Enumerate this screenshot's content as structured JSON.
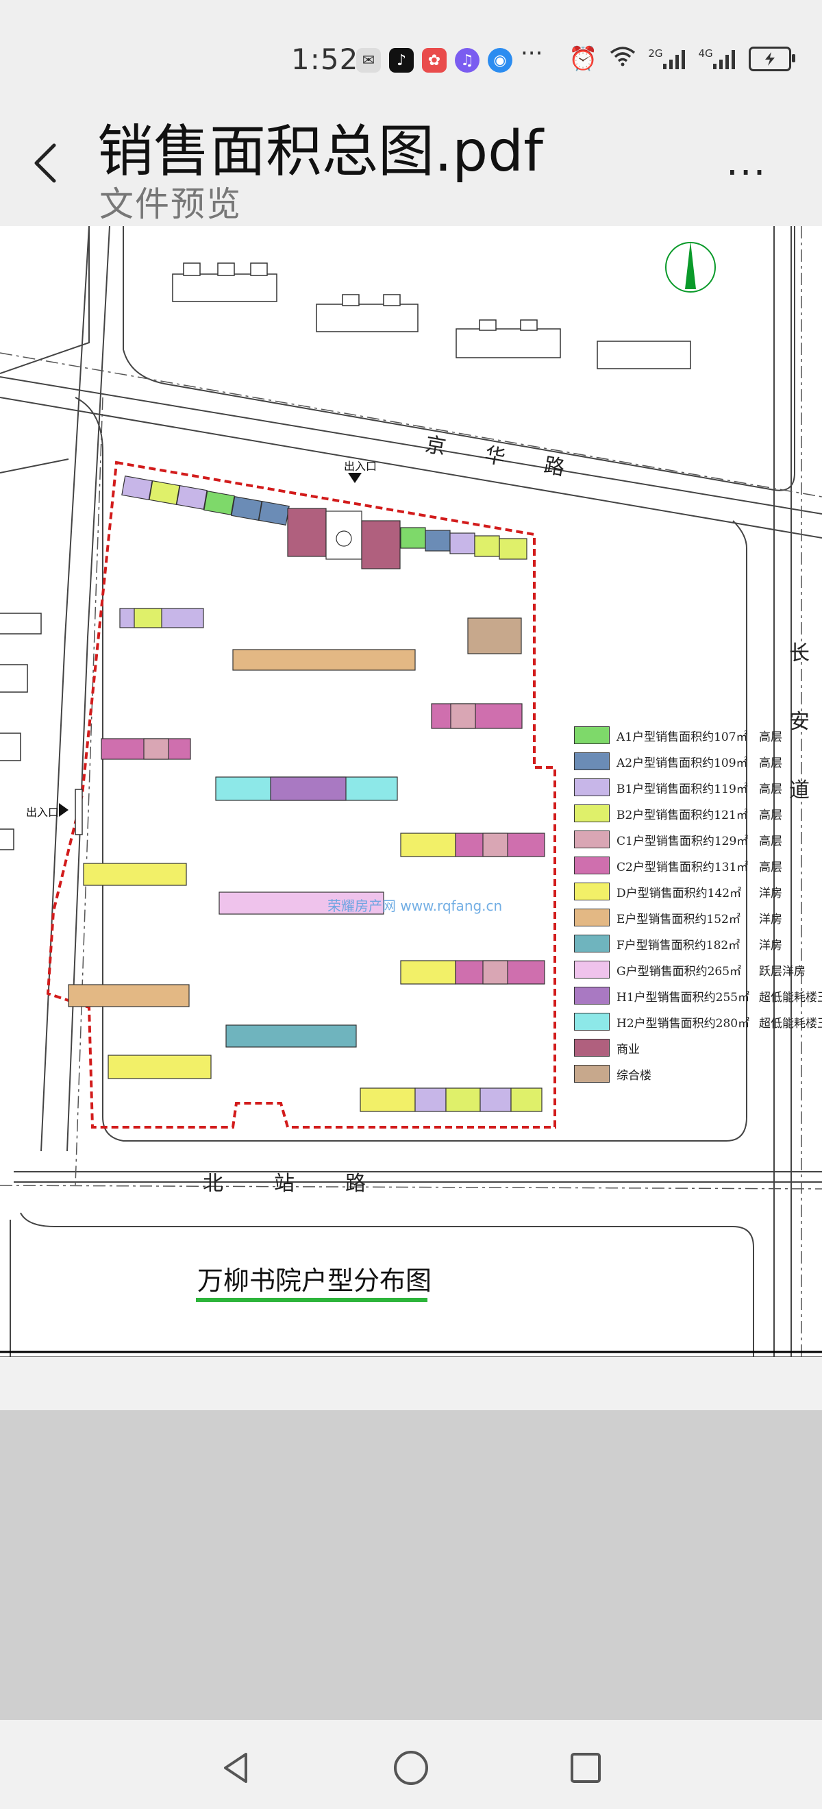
{
  "status_bar": {
    "time": "1:52",
    "more_dots": "···",
    "signal_1": "2G",
    "signal_2": "4G",
    "icons": [
      "wechat-icon",
      "tiktok-icon",
      "baidu-icon",
      "music-icon",
      "browser-icon",
      "alarm-icon",
      "wifi-icon",
      "battery-icon"
    ]
  },
  "header": {
    "title": "销售面积总图.pdf",
    "subtitle": "文件预览",
    "more_label": "···"
  },
  "document": {
    "roads": {
      "jinghua": "京　华　路",
      "changan": [
        "长",
        "安",
        "道"
      ],
      "beizhan": "北　站　路"
    },
    "entrances": [
      "出入口",
      "出入口"
    ],
    "plan_title": "万柳书院户型分布图",
    "watermark": "荣耀房产网 www.rqfang.cn",
    "legend": [
      {
        "label": "A1户型销售面积约107㎡",
        "category": "高层",
        "color": "#7ed96a"
      },
      {
        "label": "A2户型销售面积约109㎡",
        "category": "高层",
        "color": "#6b8cb6"
      },
      {
        "label": "B1户型销售面积约119㎡",
        "category": "高层",
        "color": "#c7b6e8"
      },
      {
        "label": "B2户型销售面积约121㎡",
        "category": "高层",
        "color": "#dff06a"
      },
      {
        "label": "C1户型销售面积约129㎡",
        "category": "高层",
        "color": "#d9a6b4"
      },
      {
        "label": "C2户型销售面积约131㎡",
        "category": "高层",
        "color": "#cf6fae"
      },
      {
        "label": "D户型销售面积约142㎡",
        "category": "洋房",
        "color": "#f2f068"
      },
      {
        "label": "E户型销售面积约152㎡",
        "category": "洋房",
        "color": "#e3b884"
      },
      {
        "label": "F户型销售面积约182㎡",
        "category": "洋房",
        "color": "#6fb4be"
      },
      {
        "label": "G户型销售面积约265㎡",
        "category": "跃层洋房",
        "color": "#efc3ec"
      },
      {
        "label": "H1户型销售面积约255㎡",
        "category": "超低能耗楼王",
        "color": "#a979c2"
      },
      {
        "label": "H2户型销售面积约280㎡",
        "category": "超低能耗楼王",
        "color": "#8de8e8"
      },
      {
        "label": "商业",
        "category": "",
        "color": "#b0607e"
      },
      {
        "label": "综合楼",
        "category": "",
        "color": "#c7a88c"
      }
    ]
  },
  "nav": {
    "buttons": [
      "back-nav-icon",
      "home-nav-icon",
      "recents-nav-icon"
    ]
  }
}
